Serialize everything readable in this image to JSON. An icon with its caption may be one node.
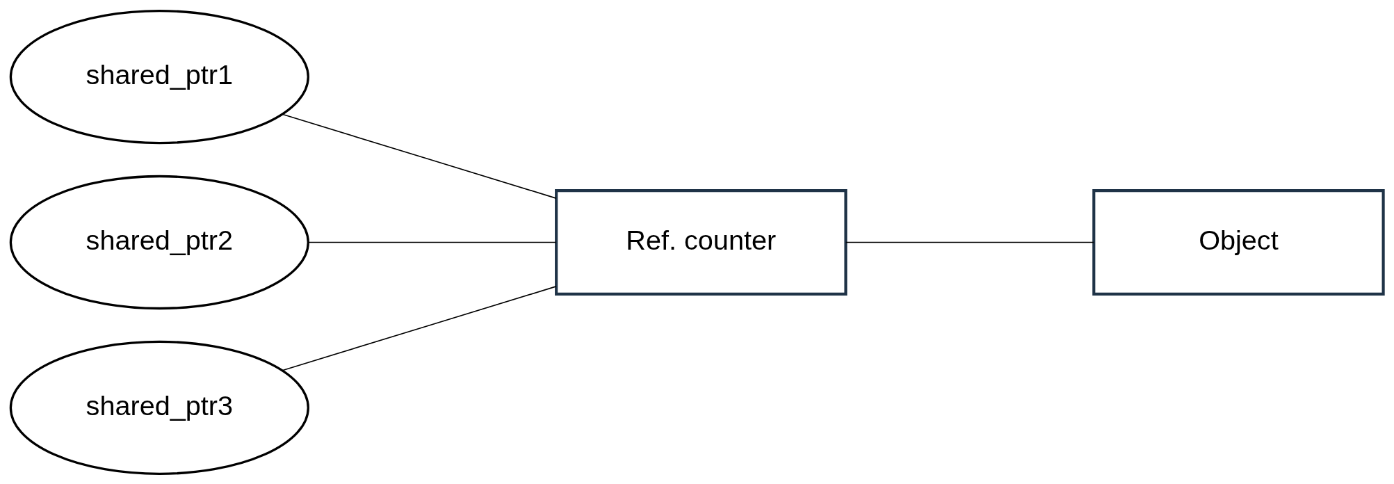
{
  "diagram": {
    "nodes": [
      {
        "text": [
          "shared_ptr1"
        ]
      },
      {
        "text": [
          "shared_ptr2"
        ]
      },
      {
        "text": [
          "shared_ptr3"
        ]
      },
      {
        "text": [
          "Ref. counter"
        ]
      },
      {
        "text": [
          "Object"
        ]
      }
    ],
    "edges": [
      {
        "from": 0,
        "to": 3,
        "arrow": "none"
      },
      {
        "from": 1,
        "to": 3,
        "arrow": "none"
      },
      {
        "from": 2,
        "to": 3,
        "arrow": "none"
      },
      {
        "from": 3,
        "to": 4,
        "arrow": "none"
      }
    ]
  }
}
